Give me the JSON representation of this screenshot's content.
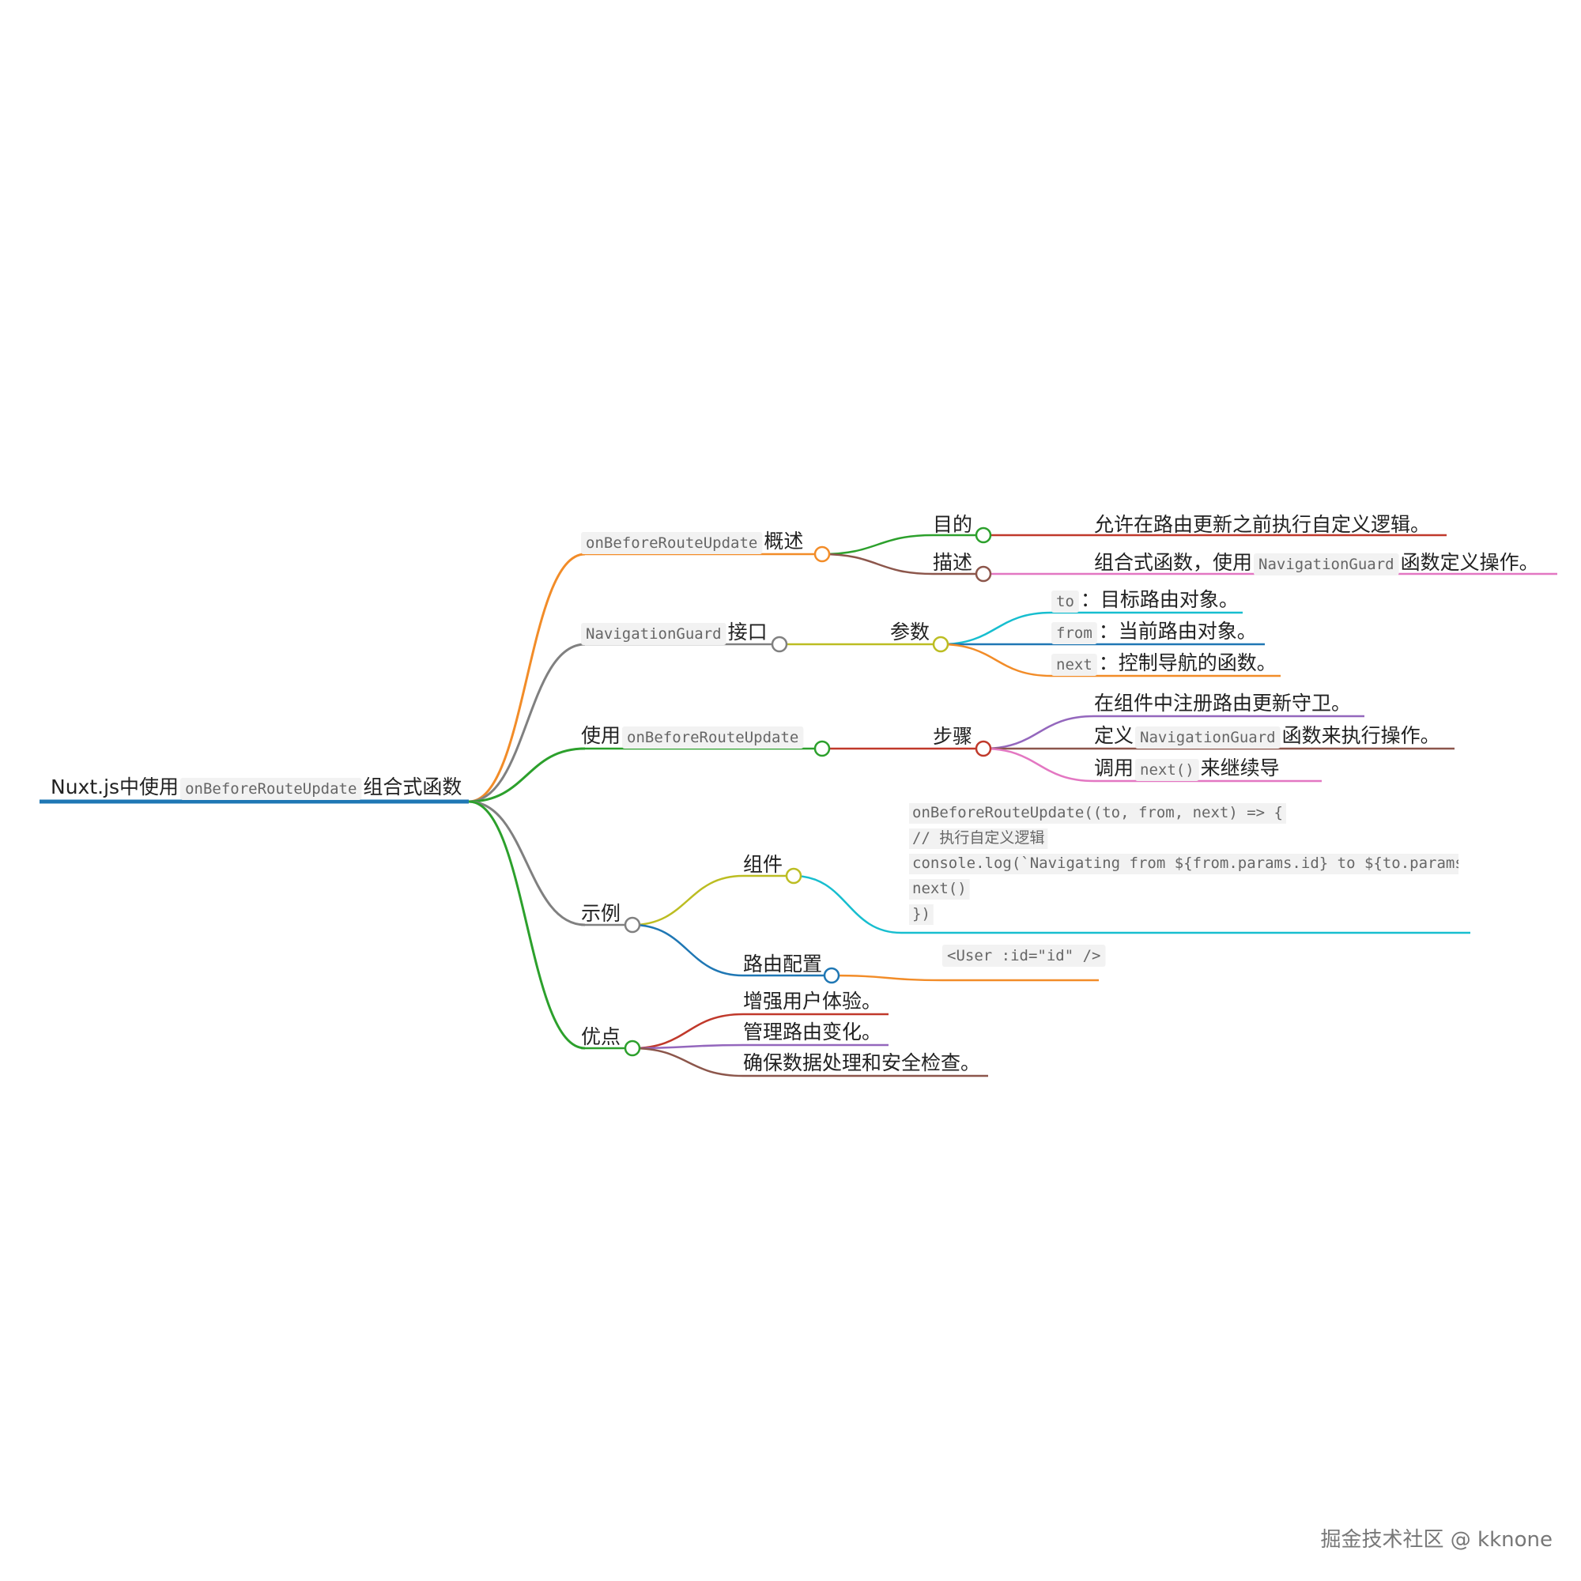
{
  "root": {
    "parts": [
      {
        "t": "text",
        "v": "Nuxt.js中使用"
      },
      {
        "t": "code",
        "v": "onBeforeRouteUpdate"
      },
      {
        "t": "text",
        "v": "组合式函数"
      }
    ]
  },
  "branches": {
    "overview": {
      "parts": [
        {
          "t": "code",
          "v": "onBeforeRouteUpdate"
        },
        {
          "t": "text",
          "v": "概述"
        }
      ],
      "purpose": {
        "label": "目的",
        "leaf": [
          {
            "t": "text",
            "v": "允许在路由更新之前执行自定义逻辑。"
          }
        ]
      },
      "description": {
        "label": "描述",
        "leaf": [
          {
            "t": "text",
            "v": "组合式函数，使用"
          },
          {
            "t": "code",
            "v": "NavigationGuard"
          },
          {
            "t": "text",
            "v": "函数定义操作。"
          }
        ]
      }
    },
    "navguard": {
      "parts": [
        {
          "t": "code",
          "v": "NavigationGuard"
        },
        {
          "t": "text",
          "v": "接口"
        }
      ],
      "params": {
        "label": "参数",
        "items": [
          [
            {
              "t": "code",
              "v": "to"
            },
            {
              "t": "text",
              "v": "：目标路由对象。"
            }
          ],
          [
            {
              "t": "code",
              "v": "from"
            },
            {
              "t": "text",
              "v": "：当前路由对象。"
            }
          ],
          [
            {
              "t": "code",
              "v": "next"
            },
            {
              "t": "text",
              "v": "：控制导航的函数。"
            }
          ]
        ]
      }
    },
    "usage": {
      "parts": [
        {
          "t": "text",
          "v": "使用"
        },
        {
          "t": "code",
          "v": "onBeforeRouteUpdate"
        }
      ],
      "steps": {
        "label": "步骤",
        "items": [
          [
            {
              "t": "text",
              "v": "在组件中注册路由更新守卫。"
            }
          ],
          [
            {
              "t": "text",
              "v": "定义"
            },
            {
              "t": "code",
              "v": "NavigationGuard"
            },
            {
              "t": "text",
              "v": "函数来执行操作。"
            }
          ],
          [
            {
              "t": "text",
              "v": "调用"
            },
            {
              "t": "code",
              "v": "next()"
            },
            {
              "t": "text",
              "v": "来继续导"
            }
          ]
        ]
      }
    },
    "example": {
      "label": "示例",
      "component": {
        "label": "组件",
        "code_lines": [
          "onBeforeRouteUpdate((to, from, next) => {",
          "  // 执行自定义逻辑",
          "  console.log(`Navigating from ${from.params.id} to ${to.params",
          "  next()",
          "})"
        ]
      },
      "route_config": {
        "label": "路由配置",
        "code": "<User :id=\"id\" />"
      }
    },
    "advantages": {
      "label": "优点",
      "items": [
        "增强用户体验。",
        "管理路由变化。",
        "确保数据处理和安全检查。"
      ]
    }
  },
  "colors": {
    "root": "#1f77b4",
    "orange": "#f28c28",
    "gray": "#808080",
    "green": "#2ca02c",
    "red": "#c0392b",
    "brown": "#8c564b",
    "pink": "#e377c2",
    "olive": "#bcbd22",
    "cyan": "#17becf",
    "blue": "#1f77b4",
    "purple": "#9467bd"
  },
  "watermark": "掘金技术社区 @ kknone"
}
